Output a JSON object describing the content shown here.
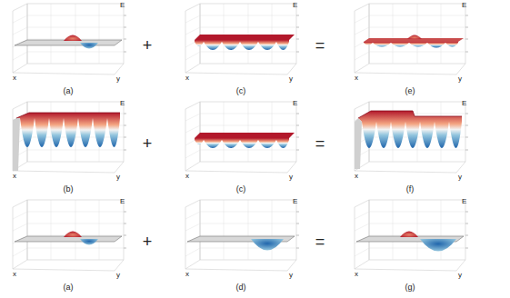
{
  "diagram": {
    "labels": [
      "E",
      "x",
      "y",
      "(a)",
      "+",
      "E",
      "x",
      "y",
      "(c)",
      "=",
      "E",
      "x",
      "y",
      "(e)",
      "E",
      "x",
      "y",
      "(b)",
      "+",
      "E",
      "x",
      "y",
      "(c)",
      "=",
      "E",
      "x",
      "y",
      "(f)",
      "E",
      "x",
      "y",
      "(a)",
      "+",
      "E",
      "x",
      "y",
      "(d)",
      "=",
      "E",
      "x",
      "y",
      "(g)"
    ]
  }
}
